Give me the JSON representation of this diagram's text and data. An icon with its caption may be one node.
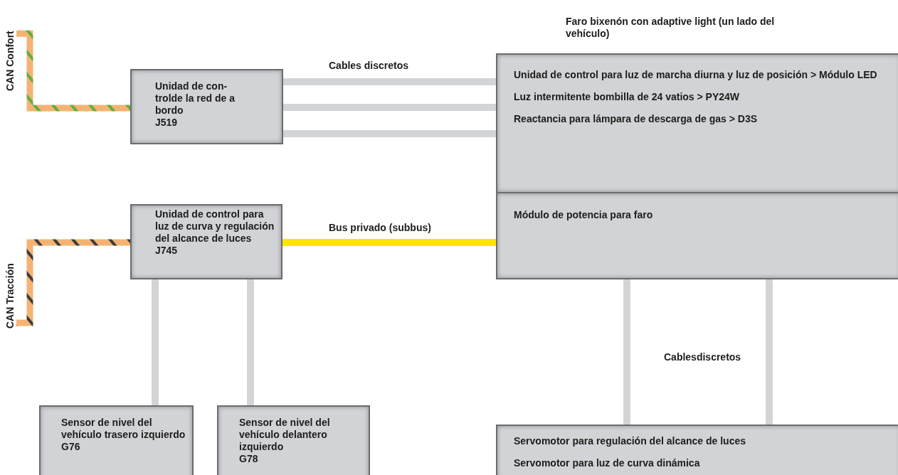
{
  "diagram": {
    "nodes": [
      {
        "text": [
          "Unidad de con- trolde la red de a bordo",
          "J519"
        ]
      },
      {
        "text": [
          "Unidad de control para luz de curva y regulación del alcance de luces",
          "J745"
        ]
      },
      {
        "text": [
          "Faro bixenón con adaptive light (un lado del vehículo)"
        ]
      },
      {
        "text": [
          "Unidad de control para luz de marcha diurna y luz de posición > Módulo LED",
          "Luz intermitente bombilla de 24 vatios > PY24W",
          "Reactancia para lámpara de descarga de gas > D3S"
        ],
        "in": 2
      },
      {
        "text": [
          "Módulo de potencia para faro"
        ],
        "in": 2
      },
      {
        "text": [
          "Servomotor para regulación del alcance de luces",
          "Servomotor para luz de curva dinámica"
        ]
      },
      {
        "text": [
          "Sensor de nivel del vehículo trasero izquierdo",
          "G76"
        ]
      },
      {
        "text": [
          "Sensor de nivel del vehículo delantero izquierdo",
          "G78"
        ]
      },
      {
        "text": [
          "CAN Confort"
        ]
      },
      {
        "text": [
          "CAN Tracción"
        ]
      }
    ],
    "edges": [
      {
        "from": 8,
        "to": 0,
        "arrow": "none",
        "color": "#f5b373"
      },
      {
        "from": 9,
        "to": 1,
        "arrow": "none",
        "color": "#f5b373"
      },
      {
        "from": 0,
        "to": 3,
        "arrow": "none"
      },
      {
        "from": 0,
        "to": 3,
        "arrow": "none"
      },
      {
        "from": 0,
        "to": 3,
        "arrow": "none"
      },
      {
        "from": 1,
        "to": 4,
        "arrow": "none",
        "color": "#ffe500"
      },
      {
        "from": 1,
        "to": 6,
        "arrow": "none"
      },
      {
        "from": 1,
        "to": 7,
        "arrow": "none"
      },
      {
        "from": 4,
        "to": 5,
        "arrow": "none"
      },
      {
        "from": 4,
        "to": 5,
        "arrow": "none"
      }
    ],
    "labels": [
      "Cables discretos",
      "Bus privado (subbus)",
      "Cablesdiscretos"
    ]
  }
}
